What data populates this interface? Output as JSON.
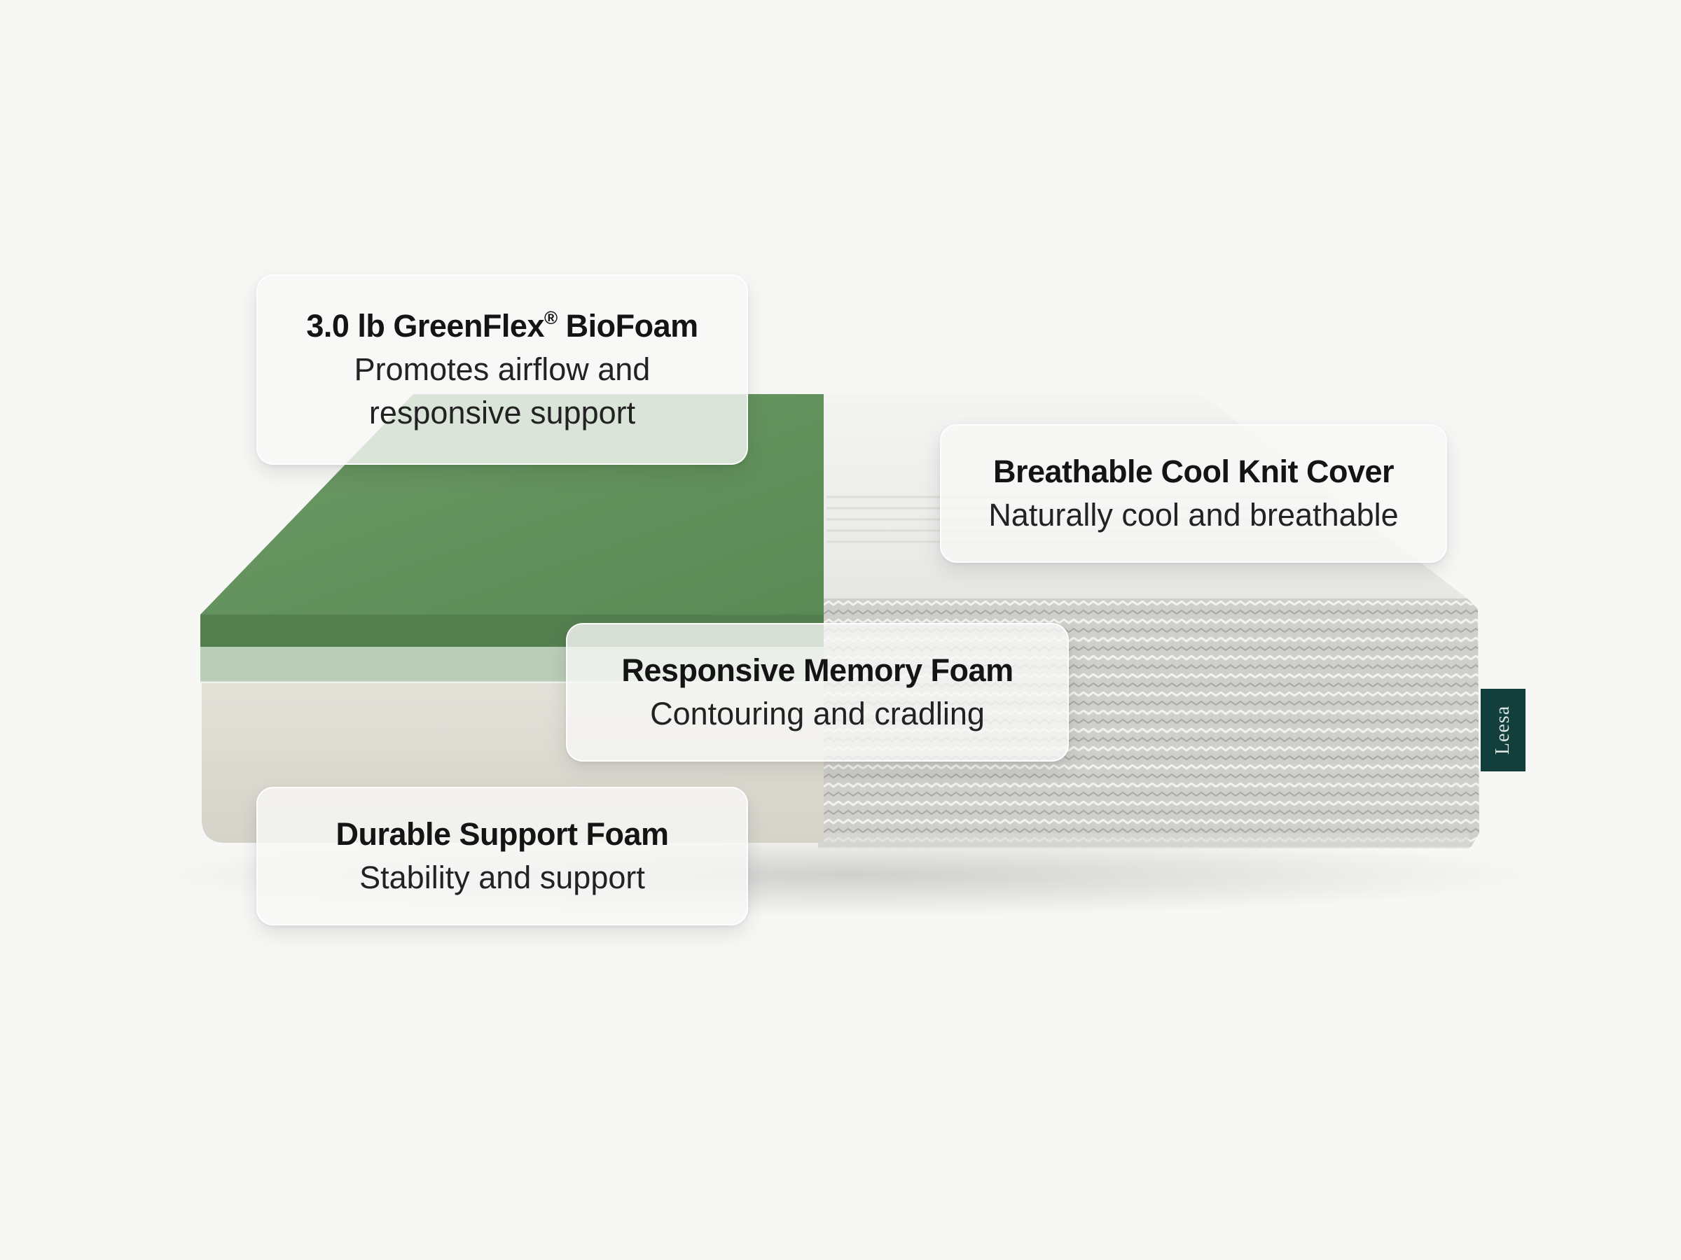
{
  "colors": {
    "background": "#f7f7f5",
    "greenflex_biofoam": "#5a8b55",
    "memory_foam": "#b9cdb7",
    "support_foam": "#dcdad0",
    "knit_cover": "#d3d3d1",
    "brand_tag": "#123f3c"
  },
  "callouts": [
    {
      "title": "3.0 lb GreenFlex",
      "title_mark": "®",
      "title_suffix": " BioFoam",
      "desc_line1": "Promotes airflow and",
      "desc_line2": "responsive support"
    },
    {
      "title": "Breathable Cool Knit Cover",
      "desc_line1": "Naturally cool and breathable"
    },
    {
      "title": "Responsive Memory Foam",
      "desc_line1": "Contouring and cradling"
    },
    {
      "title": "Durable Support Foam",
      "desc_line1": "Stability and support"
    }
  ],
  "brand_tag": {
    "label": "Leesa"
  }
}
